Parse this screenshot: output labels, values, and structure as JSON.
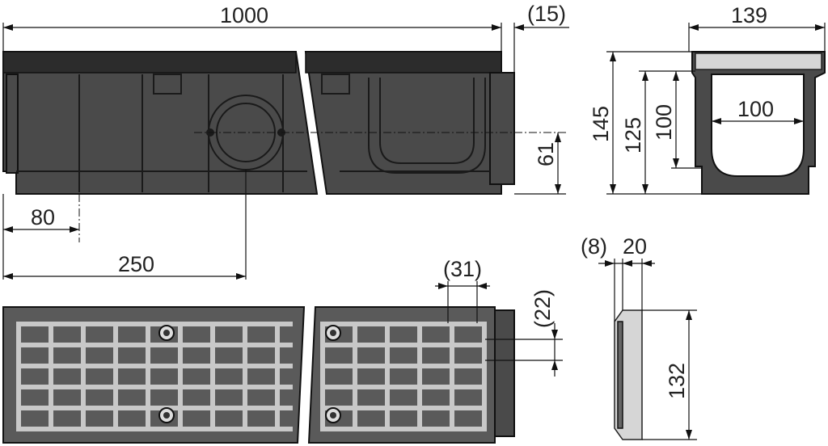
{
  "dimensions": {
    "overall_length": "1000",
    "end_cap": "(15)",
    "outlet_offset": "80",
    "outlet_position": "250",
    "outlet_height": "61",
    "total_width": "139",
    "total_height": "145",
    "inner_height_outer": "125",
    "inner_height": "100",
    "inner_width": "100",
    "grate_slot_length": "(31)",
    "grate_slot_width": "(22)",
    "grate_lip": "(8)",
    "grate_thickness": "20",
    "grate_width": "132"
  },
  "colors": {
    "channel_body": "#4a4a4a",
    "grate_bars": "#c8c8c8",
    "stainless": "#d6d6d6"
  }
}
